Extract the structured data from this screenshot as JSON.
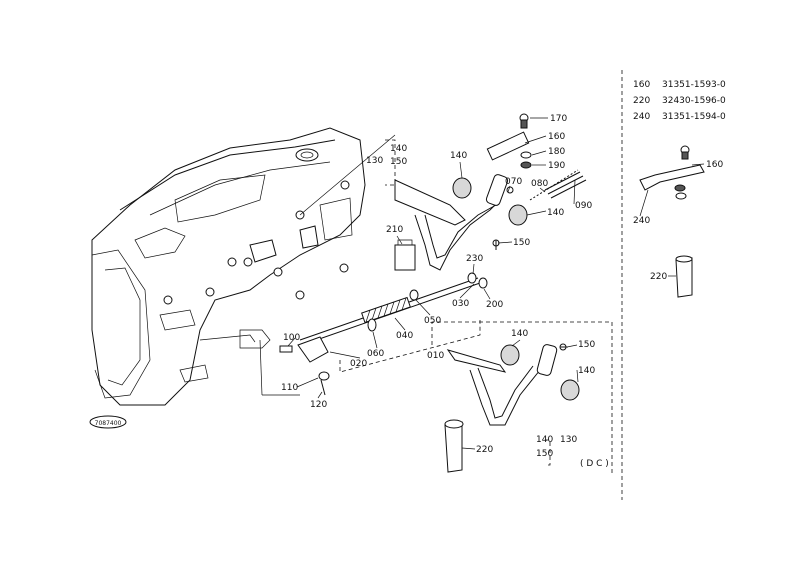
{
  "parts_table": [
    {
      "ref": "160",
      "part_no": "31351-1593-0"
    },
    {
      "ref": "220",
      "part_no": "32430-1596-0"
    },
    {
      "ref": "240",
      "part_no": "31351-1594-0"
    }
  ],
  "callouts": {
    "c010": "010",
    "c020": "020",
    "c030": "030",
    "c040": "040",
    "c050": "050",
    "c060": "060",
    "c070": "070",
    "c080": "080",
    "c090": "090",
    "c100": "100",
    "c110": "110",
    "c120": "120",
    "c130a": "130",
    "c140a": "140",
    "c150a": "150",
    "c130b": "130",
    "c140b": "140",
    "c150b": "150",
    "c140_1": "140",
    "c140_2": "140",
    "c140_3": "140",
    "c140_4": "140",
    "c150_1": "150",
    "c150_2": "150",
    "c160": "160",
    "c170": "170",
    "c180": "180",
    "c190": "190",
    "c200": "200",
    "c210": "210",
    "c220a": "220",
    "c230": "230",
    "c160r": "160",
    "c240r": "240",
    "c220r": "220"
  },
  "variant_note": "( D C )",
  "drawing_code": "7087400"
}
